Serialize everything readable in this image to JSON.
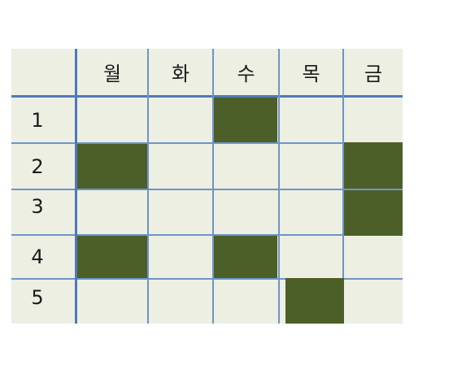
{
  "days": [
    "월",
    "화",
    "수",
    "목",
    "금"
  ],
  "periods": [
    "1",
    "2",
    "3",
    "4",
    "5"
  ],
  "colors": {
    "cell": "#ecefe2",
    "filled": "#4d5f28",
    "grid": "#6e94c7"
  },
  "filled": [
    {
      "period": "1",
      "day": "수"
    },
    {
      "period": "2",
      "day": "월"
    },
    {
      "period": "2",
      "day": "금"
    },
    {
      "period": "3",
      "day": "금"
    },
    {
      "period": "4",
      "day": "월"
    },
    {
      "period": "4",
      "day": "수"
    },
    {
      "period": "5",
      "day": "목"
    }
  ]
}
